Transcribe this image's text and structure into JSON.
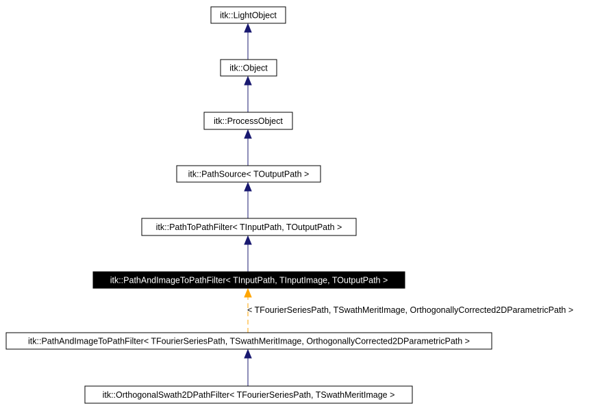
{
  "colors": {
    "inheritance_edge": "#191970",
    "template_edge": "#ffa500",
    "current_node_fill": "#000000",
    "current_node_text": "#ffffff"
  },
  "nodes": [
    {
      "id": "lightobject",
      "label": "itk::LightObject",
      "current": false
    },
    {
      "id": "object",
      "label": "itk::Object",
      "current": false
    },
    {
      "id": "processobject",
      "label": "itk::ProcessObject",
      "current": false
    },
    {
      "id": "pathsource",
      "label": "itk::PathSource< TOutputPath >",
      "current": false
    },
    {
      "id": "pathtopathfilter",
      "label": "itk::PathToPathFilter< TInputPath, TOutputPath >",
      "current": false
    },
    {
      "id": "pathandimagetopathfilter",
      "label": "itk::PathAndImageToPathFilter< TInputPath, TInputImage, TOutputPath >",
      "current": true
    },
    {
      "id": "pathandimagetopathfilter-inst",
      "label": "itk::PathAndImageToPathFilter< TFourierSeriesPath, TSwathMeritImage, OrthogonallyCorrected2DParametricPath >",
      "current": false
    },
    {
      "id": "orthogonalswath",
      "label": "itk::OrthogonalSwath2DPathFilter< TFourierSeriesPath, TSwathMeritImage >",
      "current": false
    }
  ],
  "edges": [
    {
      "from": "object",
      "to": "lightobject",
      "kind": "inheritance",
      "label": ""
    },
    {
      "from": "processobject",
      "to": "object",
      "kind": "inheritance",
      "label": ""
    },
    {
      "from": "pathsource",
      "to": "processobject",
      "kind": "inheritance",
      "label": ""
    },
    {
      "from": "pathtopathfilter",
      "to": "pathsource",
      "kind": "inheritance",
      "label": ""
    },
    {
      "from": "pathandimagetopathfilter",
      "to": "pathtopathfilter",
      "kind": "inheritance",
      "label": ""
    },
    {
      "from": "pathandimagetopathfilter-inst",
      "to": "pathandimagetopathfilter",
      "kind": "template",
      "label": "< TFourierSeriesPath, TSwathMeritImage, OrthogonallyCorrected2DParametricPath >"
    },
    {
      "from": "orthogonalswath",
      "to": "pathandimagetopathfilter-inst",
      "kind": "inheritance",
      "label": ""
    }
  ]
}
